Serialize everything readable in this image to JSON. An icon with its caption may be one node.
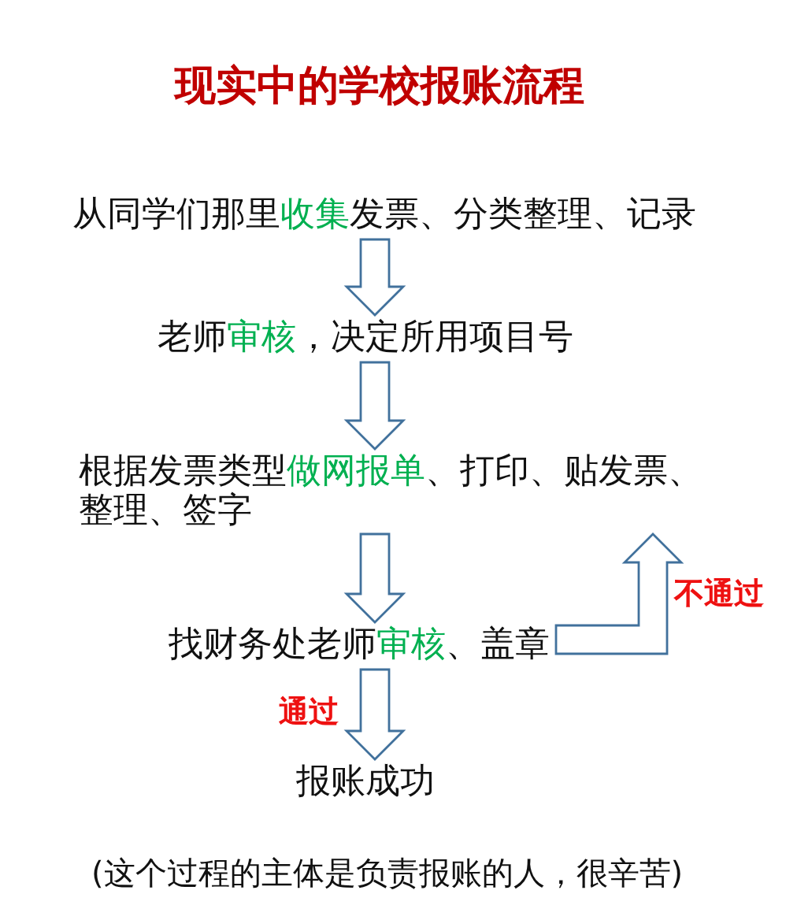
{
  "diagram": {
    "title": "现实中的学校报账流程",
    "caption": "(这个过程的主体是负责报账的人，很辛苦)",
    "nodes": [
      {
        "text": [
          "从同学们那里**收集**发票、分类整理、记录"
        ]
      },
      {
        "text": [
          "老师**审核**，决定所用项目号"
        ]
      },
      {
        "text": [
          "根据发票类型**做网报单**、打印、贴发票、整理、签字"
        ]
      },
      {
        "text": [
          "找财务处老师**审核**、盖章"
        ]
      },
      {
        "text": [
          "报账成功"
        ]
      }
    ],
    "edges": [
      {
        "from": 0,
        "to": 1,
        "arrow": "to"
      },
      {
        "from": 1,
        "to": 2,
        "arrow": "to"
      },
      {
        "from": 2,
        "to": 3,
        "arrow": "to"
      },
      {
        "from": 3,
        "to": 4,
        "arrow": "to",
        "label": "通过"
      },
      {
        "from": 3,
        "to": 2,
        "arrow": "to",
        "label": "不通过"
      }
    ]
  }
}
